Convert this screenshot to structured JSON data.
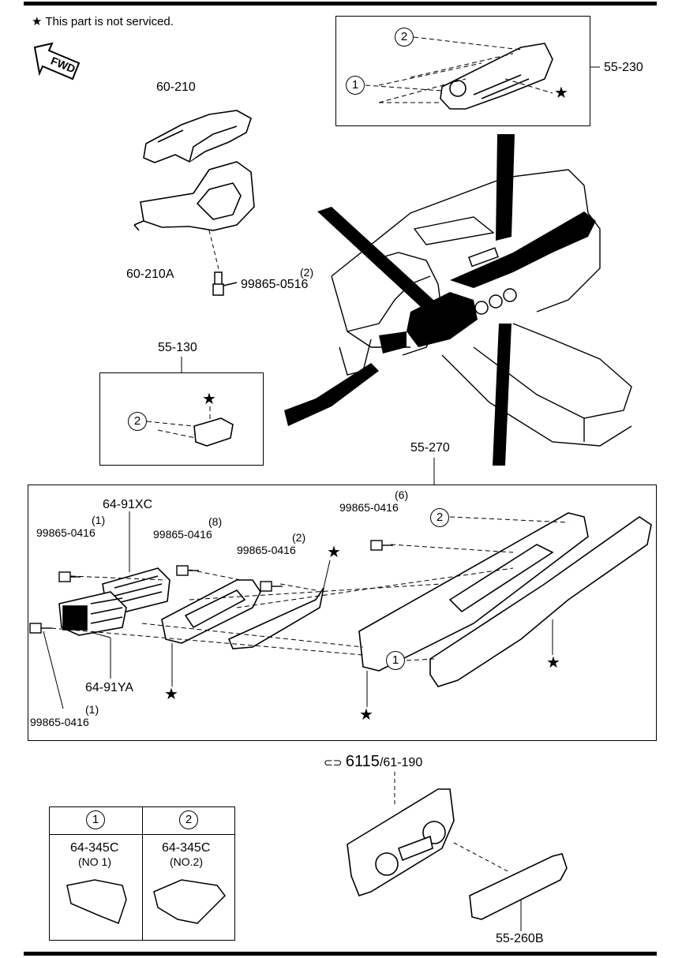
{
  "note": {
    "star": "★",
    "text": "This part is not serviced."
  },
  "fwd": "FWD",
  "labels": {
    "p60_210": "60-210",
    "p60_210A": "60-210A",
    "screw_0516": "99865-0516",
    "screw_0516_qty": "(2)",
    "p55_130": "55-130",
    "p55_230": "55-230",
    "p55_270": "55-270",
    "p64_91XC": "64-91XC",
    "p64_91YA": "64-91YA",
    "screw_a": "99865-0416",
    "screw_a_qty": "(1)",
    "screw_b": "99865-0416",
    "screw_b_qty": "(8)",
    "screw_c": "99865-0416",
    "screw_c_qty": "(2)",
    "screw_d": "99865-0416",
    "screw_d_qty": "(6)",
    "screw_e": "99865-0416",
    "screw_e_qty": "(1)",
    "ref_prefix": "⊂⊃",
    "ref_main": "6115",
    "ref_sep": "/",
    "ref_sub": "61-190",
    "p55_260B": "55-260B"
  },
  "callouts": {
    "one": "1",
    "two": "2"
  },
  "legend": {
    "col1": {
      "num": "1",
      "part": "64-345C",
      "sub": "(NO 1)"
    },
    "col2": {
      "num": "2",
      "part": "64-345C",
      "sub": "(NO.2)"
    }
  }
}
